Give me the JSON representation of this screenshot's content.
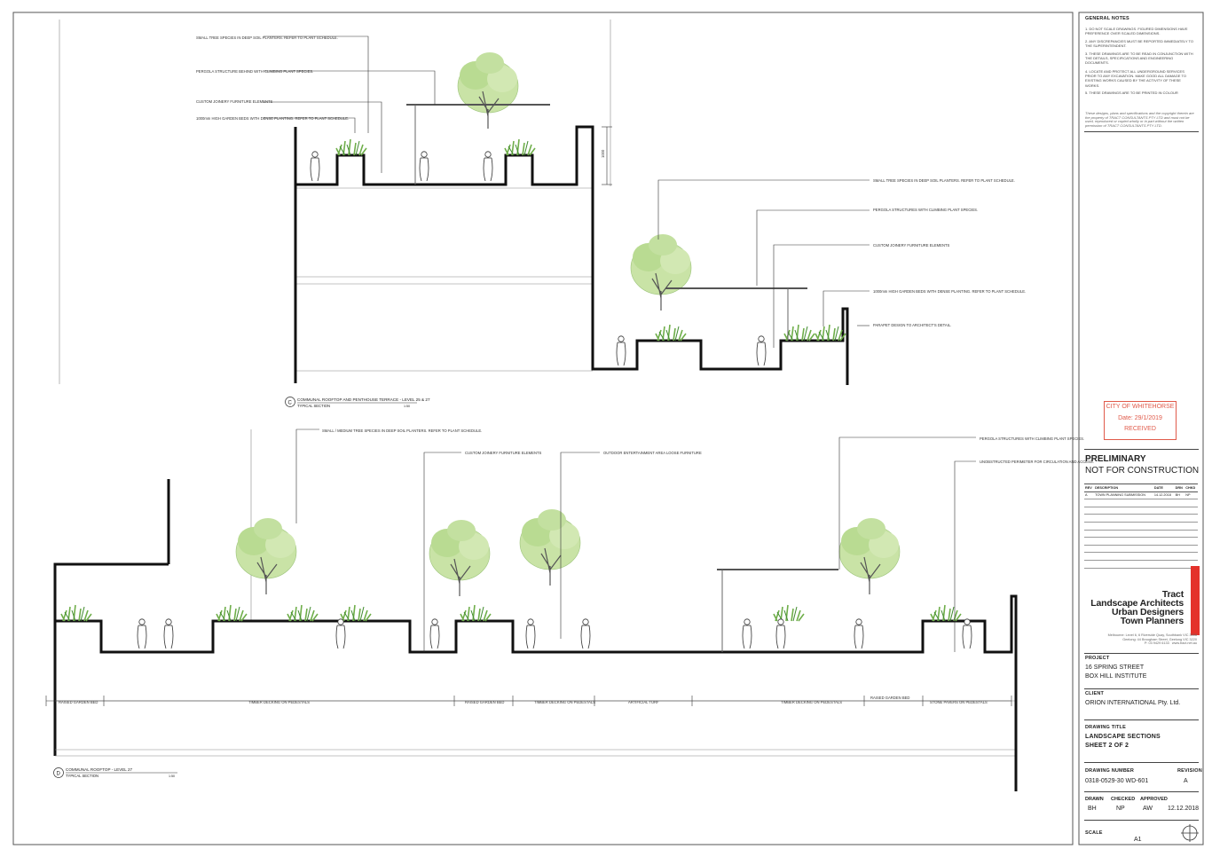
{
  "general_notes": {
    "title": "GENERAL NOTES",
    "items": [
      "1.  DO NOT SCALE DRAWINGS. FIGURED DIMENSIONS HAVE PREFERENCE OVER SCALED DIMENSIONS.",
      "2.  ANY DISCREPANCIES MUST BE REPORTED IMMEDIATELY TO THE SUPERINTENDENT.",
      "3.  THESE DRAWINGS ARE TO BE READ IN CONJUNCTION WITH THE DETAILS, SPECIFICATIONS AND ENGINEERING DOCUMENTS.",
      "4.  LOCATE AND PROTECT ALL UNDERGROUND SERVICES PRIOR TO ANY EXCAVATION. MAKE GOOD ALL DAMAGE TO EXISTING WORKS CAUSED BY THE ACTIVITY OF THESE WORKS.",
      "5.  THESE DRAWINGS ARE TO BE PRINTED IN COLOUR"
    ],
    "disclaimer": "These designs, plans and specifications and the copyright therein are the property of TRACT CONSULTANTS PTY LTD and must not be used, reproduced or copied wholly or in part without the written permission of TRACT CONSULTANTS PTY LTD."
  },
  "stamp": {
    "line1": "CITY OF WHITEHORSE",
    "line2": "Date: 29/1/2019",
    "line3": "RECEIVED"
  },
  "status": {
    "preliminary": "PRELIMINARY",
    "not_for_construction": "NOT FOR CONSTRUCTION"
  },
  "revisions": {
    "headers": [
      "REV",
      "DESCRIPTION",
      "DATE",
      "DRN",
      "CHKD"
    ],
    "rows": [
      [
        "A",
        "TOWN PLANNING SUBMISSION",
        "14.12.2018",
        "BH",
        "NP"
      ]
    ]
  },
  "firm": {
    "brand": "tract",
    "line1": "Tract",
    "line2": "Landscape Architects",
    "line3": "Urban Designers",
    "line4": "Town Planners",
    "address1": "Melbourne: Level 6, 6 Riverside Quay, Southbank VIC 3006",
    "address2": "Geelong: 44 Brougham Street, Geelong VIC 3220",
    "address3": "P: 03 9429 6133",
    "address4": "www.tract.net.au"
  },
  "project": {
    "label": "PROJECT",
    "line1": "16 SPRING STREET",
    "line2": "BOX HILL INSTITUTE"
  },
  "client": {
    "label": "CLIENT",
    "value": "ORION INTERNATIONAL Pty. Ltd."
  },
  "drawing_title": {
    "label": "DRAWING TITLE",
    "line1": "LANDSCAPE SECTIONS",
    "line2": "SHEET 2 OF 2"
  },
  "drawing_number": {
    "label": "DRAWING NUMBER",
    "value": "0318-0529-30 WD-601",
    "revision_label": "REVISION",
    "revision": "A"
  },
  "signoff": {
    "drawn_label": "DRAWN",
    "drawn": "BH",
    "checked_label": "CHECKED",
    "checked": "NP",
    "approved_label": "APPROVED",
    "approved": "AW",
    "date": "12.12.2018"
  },
  "scale": {
    "label": "SCALE",
    "value": "A1"
  },
  "section_c": {
    "marker": "C",
    "title": "COMMUNAL ROOFTOP AND PENTHOUSE TERRACE - LEVEL 25 & 27",
    "subtitle": "TYPICAL SECTION",
    "scale": "1:50",
    "dimension": "1000",
    "labels_left": [
      "SMALL TREE SPECIES IN DEEP SOIL PLANTERS. REFER TO PLANT SCHEDULE.",
      "PERGOLA STRUCTURE BEHIND WITH CLIMBING PLANT SPECIES.",
      "CUSTOM JOINERY FURNITURE ELEMENTS",
      "1000mm HIGH GARDEN BEDS WITH DENSE PLANTING. REFER TO PLANT SCHEDULE."
    ],
    "labels_right": [
      "SMALL TREE SPECIES IN DEEP SOIL PLANTERS. REFER TO PLANT SCHEDULE.",
      "PERGOLA STRUCTURES WITH CLIMBING PLANT SPECIES.",
      "CUSTOM JOINERY FURNITURE ELEMENTS",
      "1000mm HIGH GARDEN BEDS WITH DENSE PLANTING. REFER TO PLANT SCHEDULE.",
      "PARAPET DESIGN TO ARCHITECT'S DETAIL."
    ]
  },
  "section_d": {
    "marker": "D",
    "title": "COMMUNAL ROOFTOP - LEVEL 27",
    "subtitle": "TYPICAL SECTION",
    "scale": "1:50",
    "labels": [
      "SMALL / MEDIUM TREE SPECIES IN DEEP SOIL PLANTERS. REFER TO PLANT SCHEDULE.",
      "CUSTOM JOINERY FURNITURE ELEMENTS",
      "OUTDOOR ENTERTAINMENT AREA LOOSE FURNITURE",
      "PERGOLA STRUCTURES WITH CLIMBING PLANT SPECIES.",
      "UNOBSTRUCTED PERIMETER FOR CIRCULATION AND ACCESS."
    ],
    "zones": [
      "RAISED GARDEN BED",
      "TIMBER DECKING ON PEDESTALS",
      "RAISED GARDEN BED",
      "TIMBER DECKING ON PEDESTALS",
      "ARTIFICIAL TURF",
      "TIMBER DECKING ON PEDESTALS",
      "RAISED GARDEN BED",
      "STONE PAVERS ON PEDESTALS"
    ]
  },
  "colors": {
    "tree_light": "#c9e3a6",
    "tree_mid": "#a8d180",
    "grass": "#6fae4a",
    "tract_red": "#e4322b",
    "stamp_red": "#e05a4a"
  }
}
